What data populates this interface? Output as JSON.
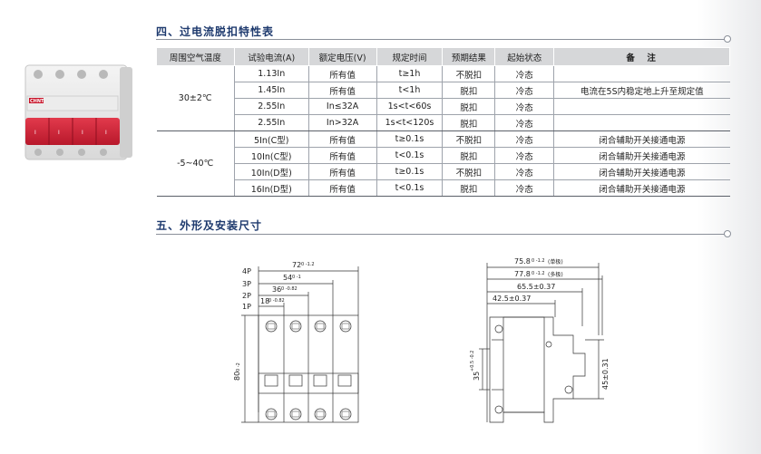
{
  "section4": {
    "title": "四、过电流脱扣特性表"
  },
  "table": {
    "headers": [
      "周围空气温度",
      "试验电流(A)",
      "额定电压(V)",
      "规定时间",
      "预期结果",
      "起始状态",
      "备　注"
    ],
    "groups": [
      {
        "temperature": "30±2℃",
        "rows": [
          {
            "current": "1.13In",
            "voltage": "所有值",
            "time": "t≥1h",
            "result": "不脱扣",
            "state": "冷态",
            "note": ""
          },
          {
            "current": "1.45In",
            "voltage": "所有值",
            "time": "t<1h",
            "result": "脱扣",
            "state": "冷态",
            "note": "电流在5S内稳定地上升至规定值"
          },
          {
            "current": "2.55In",
            "voltage": "In≤32A",
            "time": "1s<t<60s",
            "result": "脱扣",
            "state": "冷态",
            "note": ""
          },
          {
            "current": "2.55In",
            "voltage": "In>32A",
            "time": "1s<t<120s",
            "result": "脱扣",
            "state": "冷态",
            "note": ""
          }
        ]
      },
      {
        "temperature": "-5~40℃",
        "rows": [
          {
            "current": "5In(C型)",
            "voltage": "所有值",
            "time": "t≥0.1s",
            "result": "不脱扣",
            "state": "冷态",
            "note": "闭合辅助开关接通电源"
          },
          {
            "current": "10In(C型)",
            "voltage": "所有值",
            "time": "t<0.1s",
            "result": "脱扣",
            "state": "冷态",
            "note": "闭合辅助开关接通电源"
          },
          {
            "current": "10In(D型)",
            "voltage": "所有值",
            "time": "t≥0.1s",
            "result": "不脱扣",
            "state": "冷态",
            "note": "闭合辅助开关接通电源"
          },
          {
            "current": "16In(D型)",
            "voltage": "所有值",
            "time": "t<0.1s",
            "result": "脱扣",
            "state": "冷态",
            "note": "闭合辅助开关接通电源"
          }
        ]
      }
    ]
  },
  "section5": {
    "title": "五、外形及安装尺寸"
  },
  "front_view": {
    "pole_labels": [
      "4P",
      "3P",
      "2P",
      "1P"
    ],
    "dim_72": "72",
    "dim_72_tol": "0 -1.2",
    "dim_54": "54",
    "dim_54_tol": "0 -1",
    "dim_36": "36",
    "dim_36_tol": "0 -0.82",
    "dim_18": "18",
    "dim_18_tol": "0 -0.82",
    "dim_80": "80",
    "dim_80_tol": "0 -2"
  },
  "side_view": {
    "dim_758": "75.8",
    "dim_758_tol": "0 -1.2",
    "dim_758_note": "(单极)",
    "dim_778": "77.8",
    "dim_778_tol": "0 -1.2",
    "dim_778_note": "(多极)",
    "dim_655": "65.5±0.37",
    "dim_425": "42.5±0.37",
    "dim_35": "35",
    "dim_35_tol": "+0.5 -0.2",
    "dim_45": "45±0.31"
  },
  "brand": {
    "logo_text": "CHNT"
  }
}
